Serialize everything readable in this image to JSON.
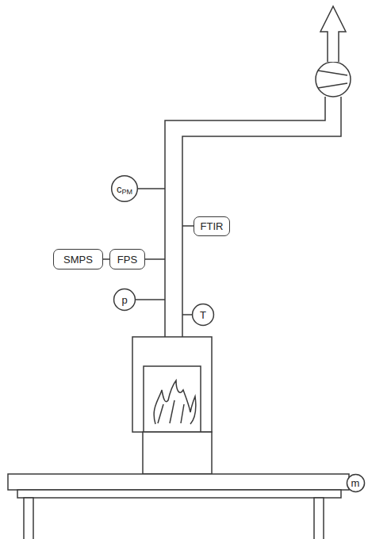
{
  "diagram": {
    "nodes": [
      {
        "text": [
          "c",
          "PM"
        ]
      },
      {
        "text": [
          "FTIR"
        ]
      },
      {
        "text": [
          "SMPS"
        ]
      },
      {
        "text": [
          "FPS"
        ]
      },
      {
        "text": [
          "p"
        ]
      },
      {
        "text": [
          "T"
        ]
      },
      {
        "text": [
          "m"
        ]
      }
    ],
    "edges": [
      {
        "from": 2,
        "to": 3,
        "arrow": "none"
      }
    ]
  }
}
